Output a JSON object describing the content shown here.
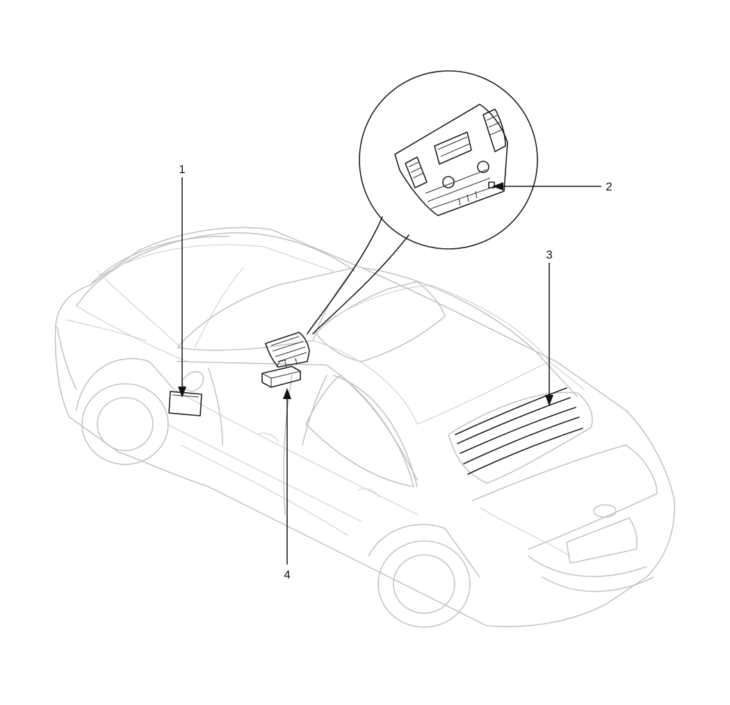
{
  "callouts": [
    {
      "id": "1",
      "label": "1"
    },
    {
      "id": "2",
      "label": "2"
    },
    {
      "id": "3",
      "label": "3"
    },
    {
      "id": "4",
      "label": "4"
    }
  ],
  "colors": {
    "car_outline": "#c4c4c4",
    "component_outline": "#1a1a1a",
    "leader_line": "#111111",
    "background": "#ffffff"
  },
  "icons": {
    "detail_view": "magnifier-circle-detail-icon",
    "component_1": "side-mirror-antenna-icon",
    "component_2": "audio-head-unit-jack-icon",
    "component_3": "rear-window-glass-antenna-icon",
    "component_4": "amplifier-module-icon"
  }
}
